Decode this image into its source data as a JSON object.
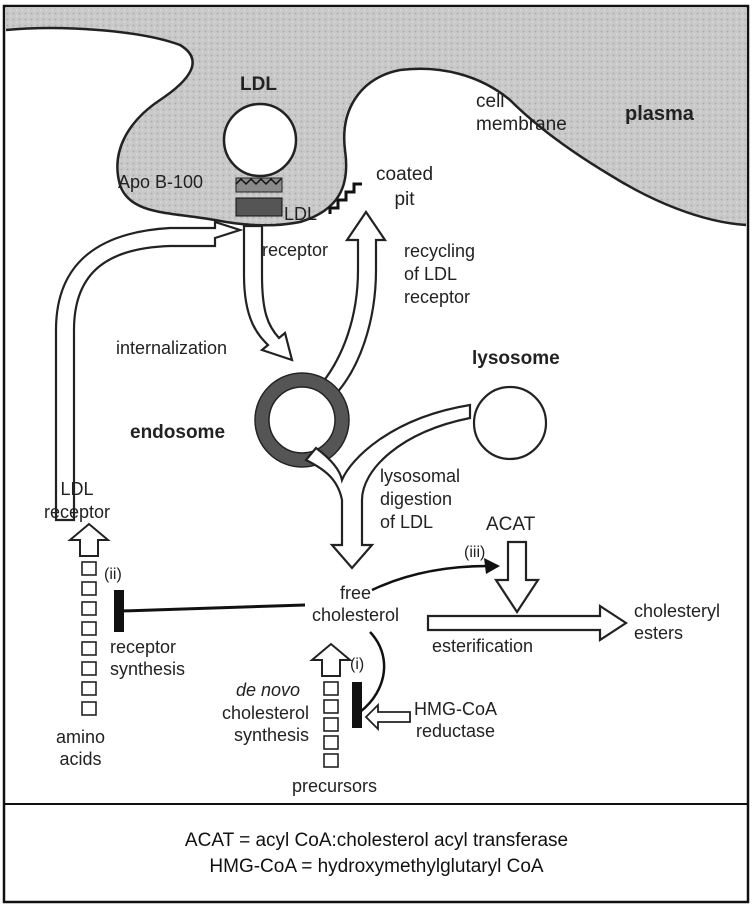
{
  "labels": {
    "ldl": "LDL",
    "cell_membrane": "cell\nmembrane",
    "plasma": "plasma",
    "apo_b100": "Apo B-100",
    "coated_pit": "coated\npit",
    "ldl_receptor_top": "LDL",
    "receptor_top": "receptor",
    "recycling": "recycling\nof LDL\nreceptor",
    "internalization": "internalization",
    "lysosome": "lysosome",
    "endosome": "endosome",
    "lysosomal_digestion": "lysosomal\ndigestion\nof LDL",
    "ldl_receptor_left": "LDL\nreceptor",
    "acat": "ACAT",
    "step_iii": "(iii)",
    "step_ii": "(ii)",
    "free_cholesterol": "free\ncholesterol",
    "cholesteryl_esters": "cholesteryl\nesters",
    "receptor_synthesis": "receptor\nsynthesis",
    "esterification": "esterification",
    "step_i": "(i)",
    "de_novo": "de novo",
    "cholesterol_synthesis": "cholesterol\nsynthesis",
    "hmg_coa_reductase": "HMG-CoA\nreductase",
    "amino_acids": "amino\nacids",
    "precursors": "precursors"
  },
  "legend": {
    "acat_def": "ACAT = acyl CoA:cholesterol acyl transferase",
    "hmg_def": "HMG-CoA = hydroxymethylglutaryl CoA"
  }
}
